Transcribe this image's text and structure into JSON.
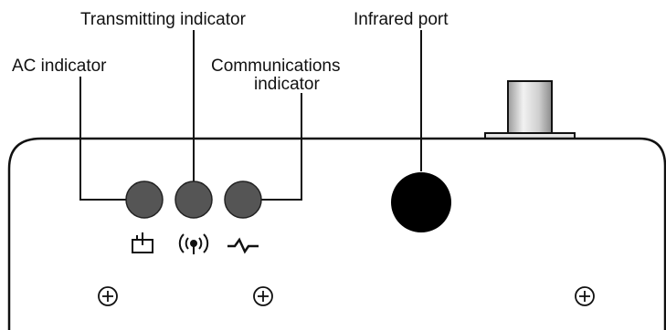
{
  "callouts": {
    "ac": "AC indicator",
    "transmitting": "Transmitting indicator",
    "infrared": "Infrared port",
    "communications_line1": "Communications",
    "communications_line2": "indicator"
  },
  "icons": {
    "ac": "power-plug-icon",
    "transmitting": "wireless-signal-icon",
    "communications": "data-link-icon",
    "screw": "screw-icon"
  },
  "colors": {
    "indicator_led": "#555555",
    "infrared_port": "#000000",
    "housing_outline": "#111111",
    "connector_body": "#d8d8d8"
  }
}
